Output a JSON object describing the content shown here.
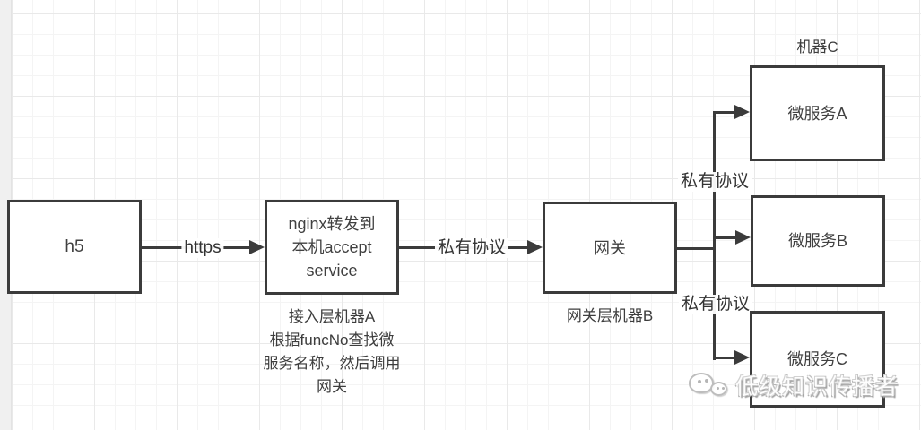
{
  "nodes": {
    "h5": {
      "label": "h5"
    },
    "nginx": {
      "lines": [
        "nginx转发到",
        "本机accept",
        "service"
      ]
    },
    "gateway": {
      "label": "网关"
    },
    "service_a": {
      "label": "微服务A"
    },
    "service_b": {
      "label": "微服务B"
    },
    "service_c": {
      "label": "微服务C"
    }
  },
  "edge_labels": {
    "https": "https",
    "private_protocol_mid": "私有协议",
    "private_protocol_top": "私有协议",
    "private_protocol_bottom": "私有协议"
  },
  "annotations": {
    "machine_c": "机器C",
    "gateway_machine": "网关层机器B",
    "access_layer_note": [
      "接入层机器A",
      "根据funcNo查找微",
      "服务名称，然后调用",
      "网关"
    ]
  },
  "watermark": {
    "text": "低级知识传播者",
    "icon": "wechat-icon"
  },
  "colors": {
    "line": "#3b3b3b",
    "box_border": "#3b3b3b",
    "box_fill": "#ffffff",
    "text": "#3d3d3d",
    "grid_minor": "#f4f4f4",
    "grid_major": "#e9e9e9",
    "gutter": "#f0f0f0"
  }
}
